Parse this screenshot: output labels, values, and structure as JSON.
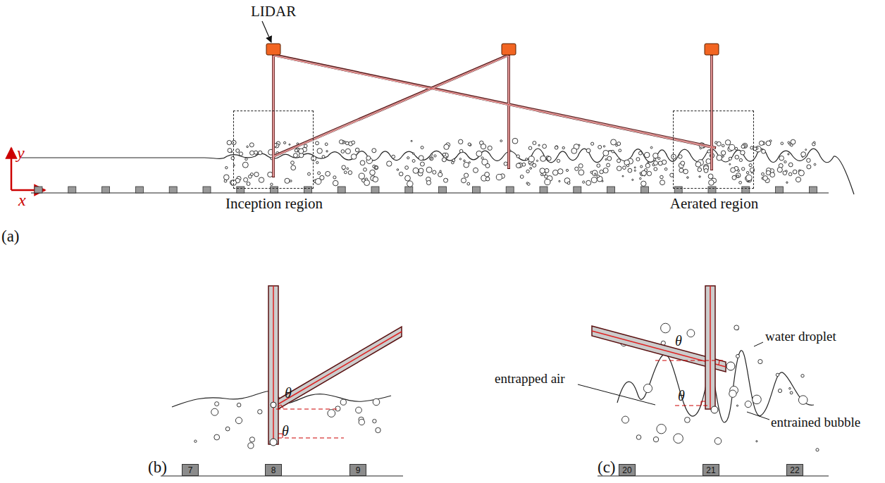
{
  "diagram": {
    "nodes": [
      {
        "text": [
          "Inception region"
        ]
      },
      {
        "text": [
          "Aerated region"
        ]
      },
      {
        "text": [
          "7"
        ]
      },
      {
        "text": [
          "8"
        ]
      },
      {
        "text": [
          "9"
        ]
      },
      {
        "text": [
          "20"
        ]
      },
      {
        "text": [
          "21"
        ]
      },
      {
        "text": [
          "22"
        ]
      }
    ],
    "labels": [
      "LIDAR",
      "y",
      "x",
      "(a)",
      "(b)",
      "(c)",
      "θ",
      "θ",
      "θ",
      "θ",
      "water droplet",
      "entrapped air",
      "entrained bubble"
    ]
  }
}
